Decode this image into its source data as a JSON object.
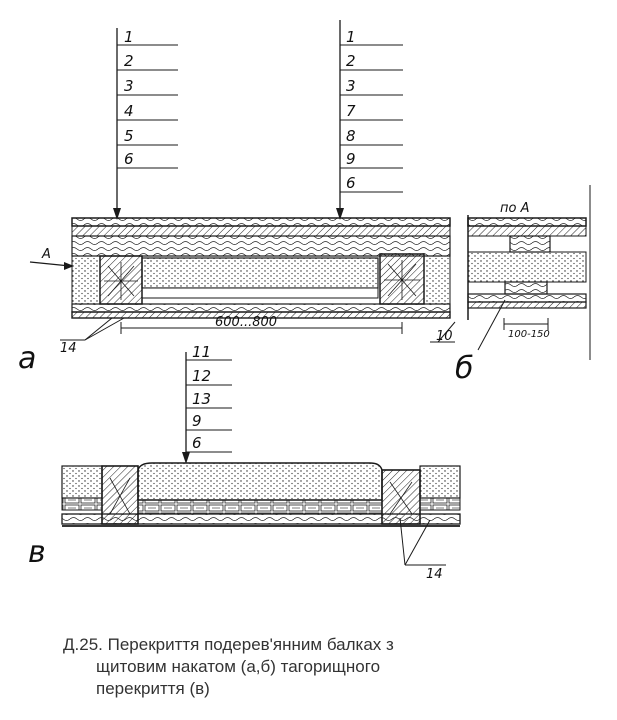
{
  "figure": {
    "caption_number": "Д.25.",
    "caption_line1": "Перекриття подерев'янним балках з",
    "caption_line2": "щитовим накатом (а,б) тагорищного",
    "caption_line3": "перекриття (в)"
  },
  "detail_a": {
    "label": "а",
    "stack_left": [
      "1",
      "2",
      "3",
      "4",
      "5",
      "6"
    ],
    "stack_right": [
      "1",
      "2",
      "3",
      "7",
      "8",
      "9",
      "6"
    ],
    "arrow_label": "А",
    "dimension": "600...800",
    "callout_left": "14",
    "callout_right": "10"
  },
  "detail_b": {
    "label": "б",
    "view_label": "по А",
    "dimension": "100-150"
  },
  "detail_c": {
    "label": "в",
    "stack": [
      "11",
      "12",
      "13",
      "9",
      "6"
    ],
    "callout": "14"
  },
  "colors": {
    "ink": "#1a1a1a",
    "paper": "#ffffff"
  }
}
